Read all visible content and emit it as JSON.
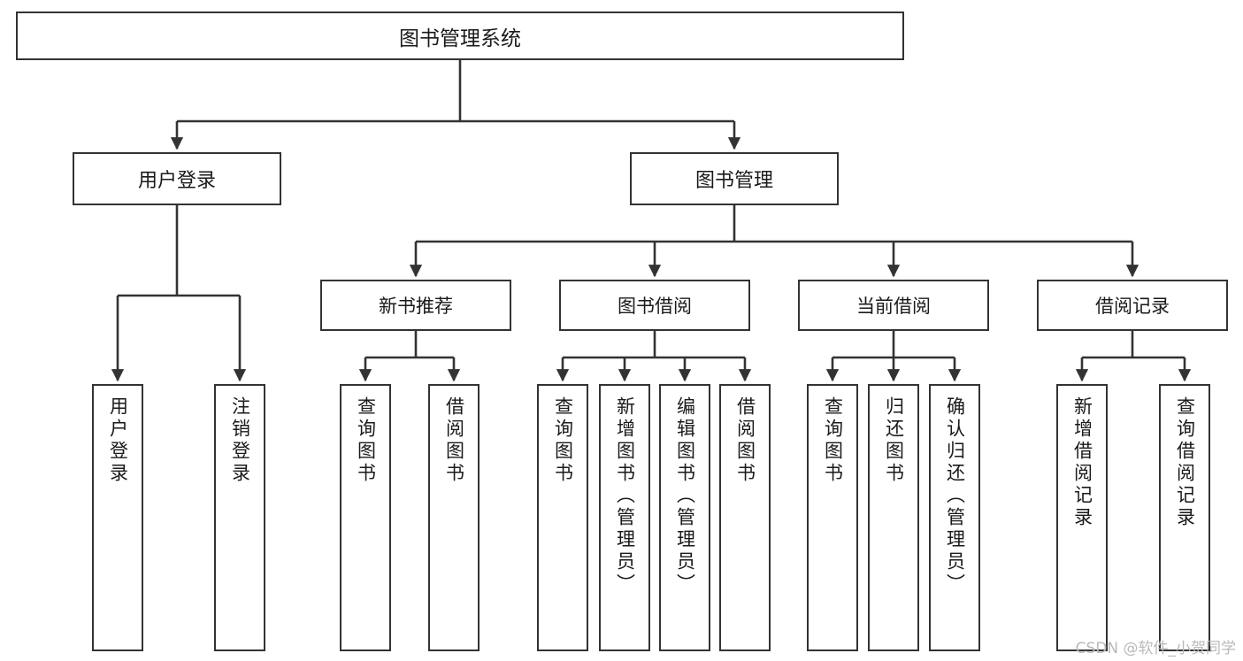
{
  "diagram": {
    "type": "tree",
    "title": "图书管理系统",
    "stroke_color": "#333333",
    "fill_color": "#ffffff",
    "text_color": "#1a1a1a",
    "watermark": "CSDN @软件_小贺同学",
    "nodes": {
      "root": {
        "label": "图书管理系统"
      },
      "level1": [
        {
          "label": "用户登录"
        },
        {
          "label": "图书管理"
        }
      ],
      "level2": [
        {
          "label": "新书推荐"
        },
        {
          "label": "图书借阅"
        },
        {
          "label": "当前借阅"
        },
        {
          "label": "借阅记录"
        }
      ],
      "leaves": {
        "user_login": [
          {
            "label": "用户登录"
          },
          {
            "label": "注销登录"
          }
        ],
        "new_book_recommend": [
          {
            "label": "查询图书"
          },
          {
            "label": "借阅图书"
          }
        ],
        "book_borrow": [
          {
            "label": "查询图书"
          },
          {
            "label": "新增图书（管理员）"
          },
          {
            "label": "编辑图书（管理员）"
          },
          {
            "label": "借阅图书"
          }
        ],
        "current_borrow": [
          {
            "label": "查询图书"
          },
          {
            "label": "归还图书"
          },
          {
            "label": "确认归还（管理员）"
          }
        ],
        "borrow_record": [
          {
            "label": "新增借阅记录"
          },
          {
            "label": "查询借阅记录"
          }
        ]
      }
    }
  }
}
